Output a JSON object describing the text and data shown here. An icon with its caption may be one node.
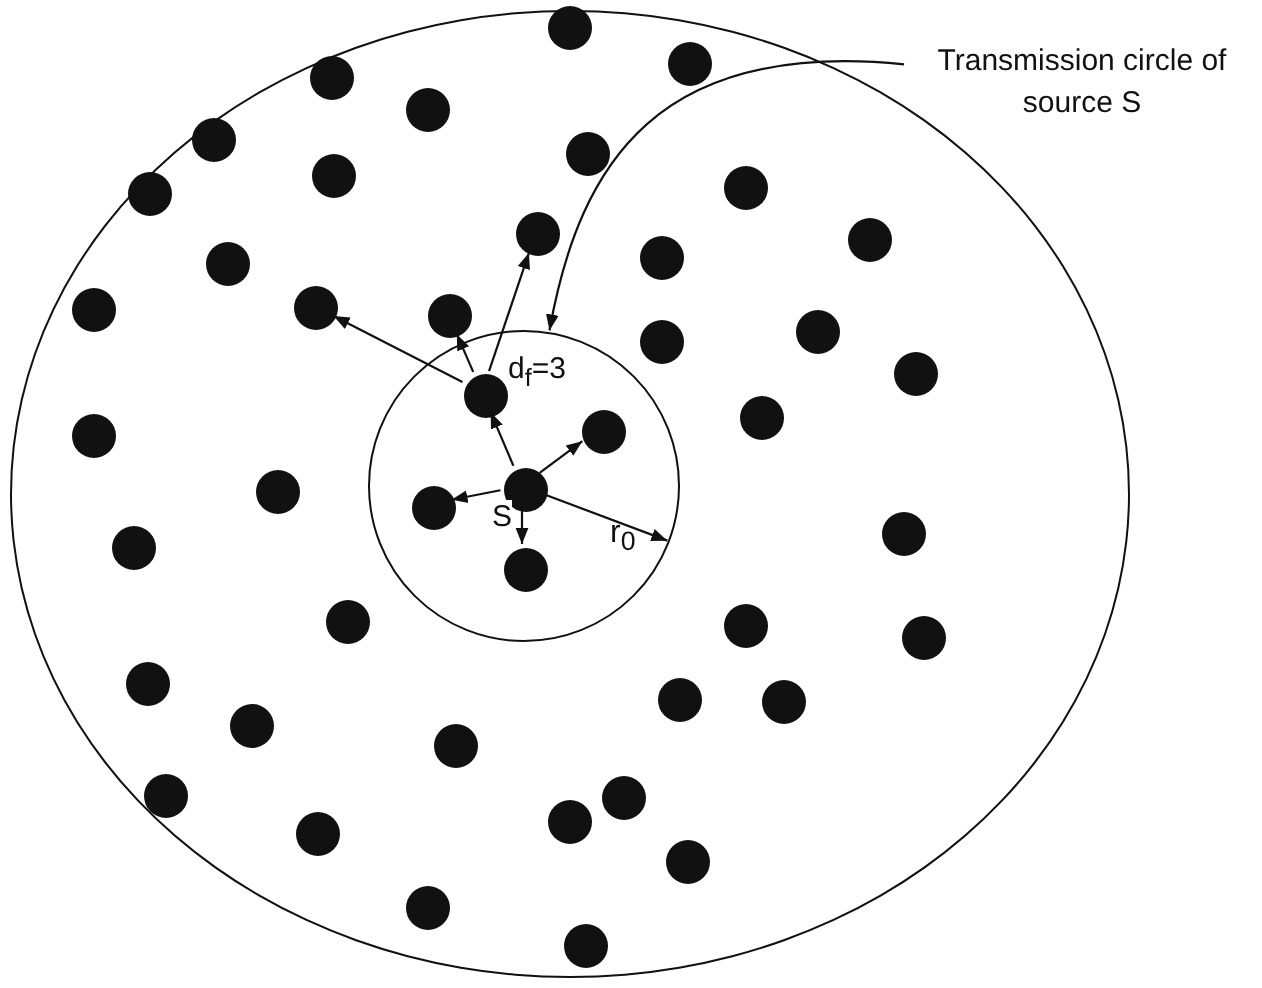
{
  "diagram": {
    "nodes": [
      {
        "text": [],
        "shape": "circle"
      },
      {
        "text": [],
        "shape": "circle",
        "in": 0
      },
      {
        "text": [
          "Transmission circle of source S"
        ]
      },
      {
        "text": [],
        "shape": "circle",
        "in": 0
      },
      {
        "text": [],
        "shape": "circle",
        "in": 0
      },
      {
        "text": [],
        "shape": "circle",
        "in": 0
      },
      {
        "text": [],
        "shape": "circle",
        "in": 0
      },
      {
        "text": [],
        "shape": "circle",
        "in": 0
      },
      {
        "text": [],
        "shape": "circle",
        "in": 0
      },
      {
        "text": [],
        "shape": "circle",
        "in": 0
      },
      {
        "text": [],
        "shape": "circle",
        "in": 0
      },
      {
        "text": [],
        "shape": "circle",
        "in": 0
      },
      {
        "text": [],
        "shape": "circle",
        "in": 0
      },
      {
        "text": [],
        "shape": "circle",
        "in": 0
      },
      {
        "text": [],
        "shape": "circle",
        "in": 0
      },
      {
        "text": [],
        "shape": "circle",
        "in": 0
      },
      {
        "text": [],
        "shape": "circle",
        "in": 0
      },
      {
        "text": [],
        "shape": "circle",
        "in": 0
      },
      {
        "text": [],
        "shape": "circle",
        "in": 0
      },
      {
        "text": [],
        "shape": "circle",
        "in": 0
      },
      {
        "text": [],
        "shape": "circle",
        "in": 0
      },
      {
        "text": [],
        "shape": "circle",
        "in": 0
      },
      {
        "text": [],
        "shape": "circle",
        "in": 1,
        "beside": [
          "d$_{f}$=3"
        ]
      },
      {
        "text": [],
        "shape": "circle",
        "in": 0
      },
      {
        "text": [],
        "shape": "circle",
        "in": 1
      },
      {
        "text": [],
        "shape": "circle",
        "in": 0
      },
      {
        "text": [],
        "shape": "circle",
        "in": 1,
        "beside": [
          "S"
        ]
      },
      {
        "text": [],
        "shape": "circle",
        "in": 0
      },
      {
        "text": [],
        "shape": "circle",
        "in": 1
      },
      {
        "text": [],
        "shape": "circle",
        "in": 0
      },
      {
        "text": [],
        "shape": "circle",
        "in": 0
      },
      {
        "text": [],
        "shape": "circle",
        "in": 1
      },
      {
        "text": [],
        "shape": "circle",
        "in": 0
      },
      {
        "text": [],
        "shape": "circle",
        "in": 0
      },
      {
        "text": [],
        "shape": "circle",
        "in": 0
      },
      {
        "text": [],
        "shape": "circle",
        "in": 0
      },
      {
        "text": [],
        "shape": "circle",
        "in": 0
      },
      {
        "text": [],
        "shape": "circle",
        "in": 0
      },
      {
        "text": [],
        "shape": "circle",
        "in": 0
      },
      {
        "text": [],
        "shape": "circle",
        "in": 0
      },
      {
        "text": [],
        "shape": "circle",
        "in": 0
      },
      {
        "text": [],
        "shape": "circle",
        "in": 0
      },
      {
        "text": [],
        "shape": "circle",
        "in": 0
      },
      {
        "text": [],
        "shape": "circle",
        "in": 0
      },
      {
        "text": [],
        "shape": "circle",
        "in": 0
      },
      {
        "text": [],
        "shape": "circle",
        "in": 0
      },
      {
        "text": [],
        "shape": "circle",
        "in": 0
      }
    ],
    "edges": [
      {
        "from": 2,
        "to": 1,
        "arrow": "to"
      },
      {
        "from": 26,
        "to": 22,
        "arrow": "to"
      },
      {
        "from": 26,
        "to": 24,
        "arrow": "to"
      },
      {
        "from": 26,
        "to": 28,
        "arrow": "to"
      },
      {
        "from": 26,
        "to": 31,
        "arrow": "to"
      },
      {
        "from": 22,
        "to": 16,
        "arrow": "to"
      },
      {
        "from": 22,
        "to": 18,
        "arrow": "to"
      },
      {
        "from": 22,
        "to": 12,
        "arrow": "to"
      },
      {
        "from": 26,
        "to": 1,
        "arrow": "to",
        "label": "r$_{0}$"
      }
    ]
  }
}
